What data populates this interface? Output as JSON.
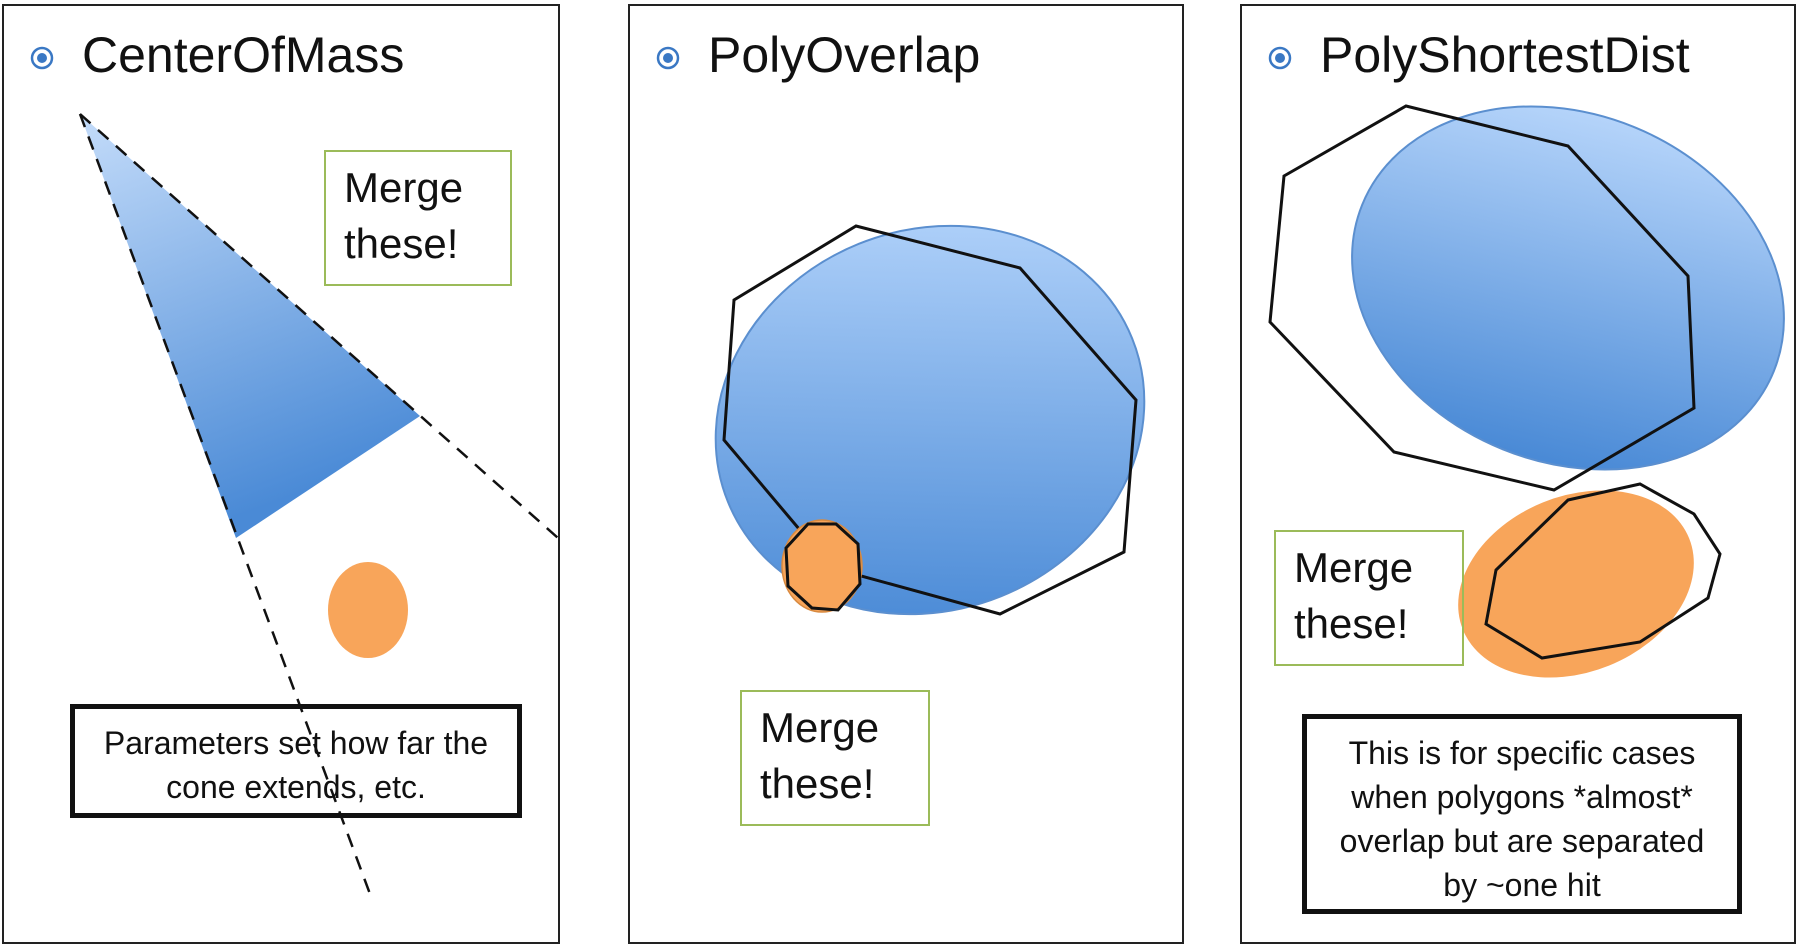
{
  "panels": [
    {
      "title": "CenterOfMass",
      "merge_label": "Merge these!",
      "note": "Parameters set how far the cone extends, etc."
    },
    {
      "title": "PolyOverlap",
      "merge_label": "Merge these!"
    },
    {
      "title": "PolyShortestDist",
      "merge_label": "Merge these!",
      "note": "This is for specific cases when polygons *almost* overlap but are separated by ~one hit"
    }
  ],
  "colors": {
    "blue_fill_light": "#a8ccf7",
    "blue_fill_dark": "#4a8ad6",
    "orange_fill": "#f8a55a",
    "merge_border": "#9bbb59",
    "bullet": "#3a78c4"
  }
}
